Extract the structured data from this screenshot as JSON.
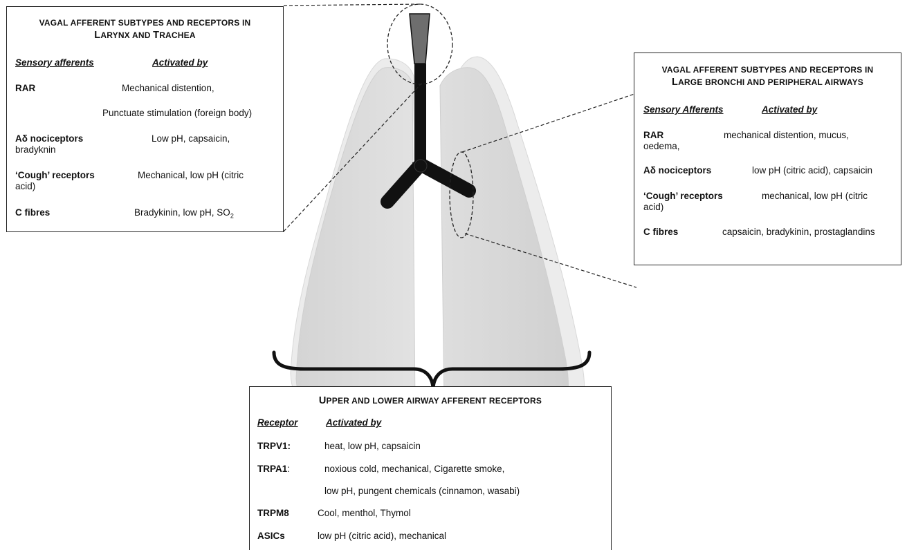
{
  "box_larynx": {
    "title_1": "VAGAL AFFERENT SUBTYPES AND RECEPTORS IN",
    "title_2a_cap": "L",
    "title_2a_rest": "ARYNX AND",
    "title_2b_cap": "T",
    "title_2b_rest": "RACHEA",
    "col_1": "Sensory afferents",
    "col_2": "Activated by",
    "rows": [
      {
        "name": "RAR",
        "desc": "Mechanical distention,"
      },
      {
        "name": "",
        "desc": "Punctuate stimulation (foreign body)"
      },
      {
        "name": "Aδ nociceptors",
        "desc": "Low pH, capsaicin,",
        "cont": "bradyknin"
      },
      {
        "name": "‘Cough’ receptors",
        "desc": "Mechanical, low pH (citric",
        "cont": "acid)"
      },
      {
        "name": "C fibres",
        "desc": "Bradykinin, low pH, SO",
        "sub": "2"
      }
    ]
  },
  "box_bronchi": {
    "title_1": "VAGAL AFFERENT SUBTYPES AND RECEPTORS IN",
    "title_2a_cap": "L",
    "title_2a_rest": "ARGE BRONCHI AND PERIPHERAL AIRWAYS",
    "col_1": "Sensory Afferents",
    "col_2": "Activated by",
    "rows": [
      {
        "name": "RAR",
        "desc": "mechanical distention, mucus,",
        "cont": "oedema,"
      },
      {
        "name": "Aδ nociceptors",
        "desc": "low pH (citric acid), capsaicin"
      },
      {
        "name": "‘Cough’ receptors",
        "desc": "mechanical, low pH (citric",
        "cont": "acid)"
      },
      {
        "name": "C fibres",
        "desc": "capsaicin, bradykinin, prostaglandins"
      }
    ]
  },
  "box_receptors": {
    "title_a_cap": "U",
    "title_a_rest": "PPER AND LOWER AIRWAY AFFERENT RECEPTORS",
    "col_1": "Receptor",
    "col_2": "Activated by",
    "rows": [
      {
        "name": "TRPV1:",
        "desc": "heat, low pH, capsaicin"
      },
      {
        "name": "TRPA1",
        "name_suffix": ":",
        "desc": "noxious cold, mechanical, Cigarette smoke,"
      },
      {
        "name": "",
        "desc": "low pH, pungent chemicals (cinnamon, wasabi)"
      },
      {
        "name": "TRPM8",
        "desc": "Cool, menthol, Thymol"
      },
      {
        "name": "ASICs",
        "desc": "low pH (citric acid), mechanical"
      }
    ]
  },
  "colors": {
    "lung_fill": "#dcdcdc",
    "lung_edge": "#efefef",
    "airway": "#111111",
    "larynx": "#6e6e6e",
    "line": "#222222"
  }
}
